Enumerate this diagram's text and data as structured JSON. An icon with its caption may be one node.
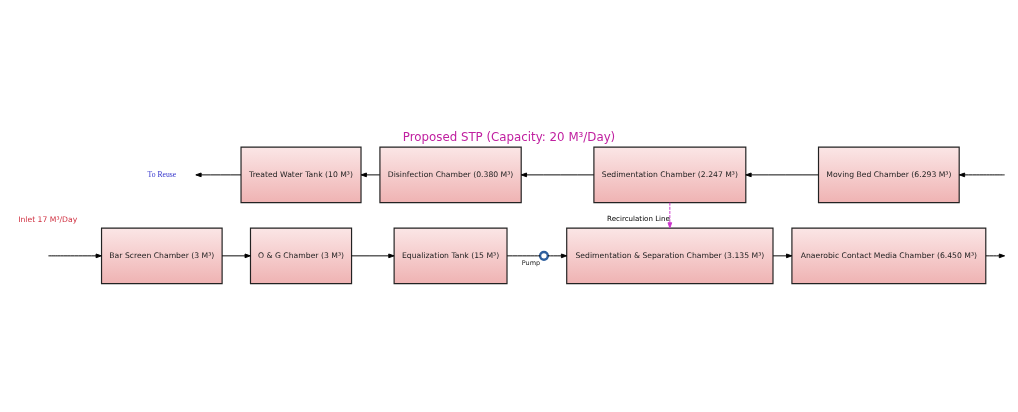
{
  "diagram": {
    "title": "Proposed STP (Capacity: 20 M³/Day)",
    "nodes": [
      {
        "text": [
          "Bar Screen Chamber (3 M³)"
        ]
      },
      {
        "text": [
          "O & G Chamber (3 M³)"
        ]
      },
      {
        "text": [
          "Equalization Tank (15 M³)"
        ]
      },
      {
        "text": [],
        "shape": "circle",
        "beside": [
          "Pump"
        ]
      },
      {
        "text": [
          "Sedimentation & Separation Chamber (3.135 M³)"
        ]
      },
      {
        "text": [
          "Anaerobic Contact Media Chamber (6.450 M³)"
        ]
      },
      {
        "text": [
          "To Reuse"
        ]
      },
      {
        "text": [
          "Treated Water Tank (10 M³)"
        ]
      },
      {
        "text": [
          "Disinfection Chamber (0.380 M³)"
        ]
      },
      {
        "text": [
          "Sedimentation Chamber (2.247 M³)"
        ]
      },
      {
        "text": [
          "Moving Bed Chamber (6.293 M³)"
        ]
      }
    ],
    "edges": [
      {
        "from": null,
        "to": 0,
        "arrow": "to"
      },
      {
        "from": 0,
        "to": 1,
        "arrow": "to"
      },
      {
        "from": 1,
        "to": 2,
        "arrow": "to"
      },
      {
        "from": 2,
        "to": 3,
        "arrow": "none"
      },
      {
        "from": 3,
        "to": 4,
        "arrow": "to"
      },
      {
        "from": 4,
        "to": 5,
        "arrow": "to"
      },
      {
        "from": 5,
        "to": null,
        "arrow": "to"
      },
      {
        "from": null,
        "to": 10,
        "arrow": "to"
      },
      {
        "from": 10,
        "to": 9,
        "arrow": "to"
      },
      {
        "from": 9,
        "to": 8,
        "arrow": "to"
      },
      {
        "from": 8,
        "to": 7,
        "arrow": "to"
      },
      {
        "from": 7,
        "to": 6,
        "arrow": "to"
      },
      {
        "from": 9,
        "to": 4,
        "arrow": "to",
        "style": "dashed",
        "color": "#cc33cc",
        "label": "Recirculation Line"
      }
    ],
    "labels": [
      "Inlet 17 M³/Day"
    ]
  }
}
